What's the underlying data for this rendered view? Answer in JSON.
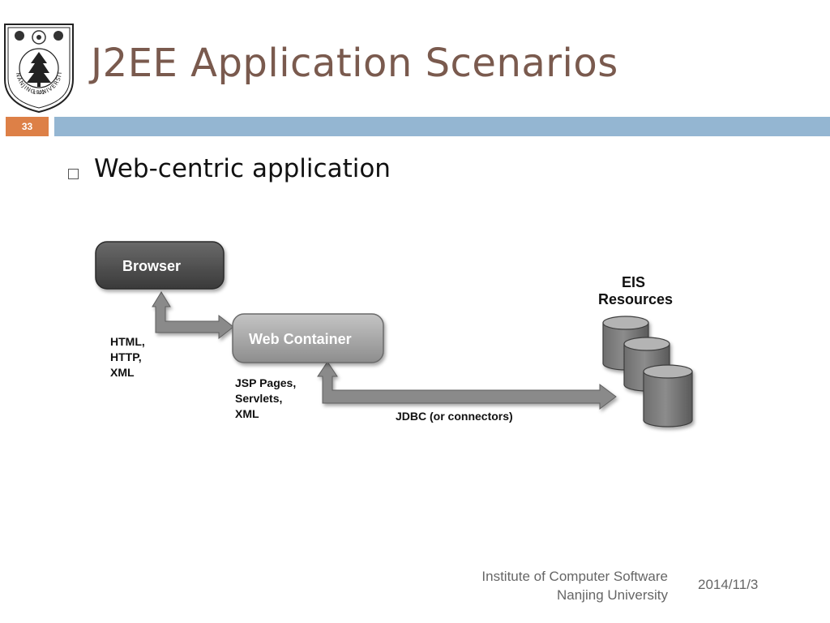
{
  "slide": {
    "title": "J2EE Application Scenarios",
    "number": "33",
    "bullet": "Web-centric application"
  },
  "logo": {
    "text": "NANJING UNIVERSITY",
    "year": "1902"
  },
  "diagram": {
    "browser_label": "Browser",
    "web_container_label": "Web Container",
    "eis_label_line1": "EIS",
    "eis_label_line2": "Resources",
    "protocols": [
      "HTML,",
      "HTTP,",
      "XML"
    ],
    "components": [
      "JSP Pages,",
      "Servlets,",
      "XML"
    ],
    "eis_link_label": "JDBC (or connectors)"
  },
  "footer": {
    "institute": "Institute of Computer Software",
    "university": "Nanjing University",
    "date": "2014/11/3"
  },
  "colors": {
    "title": "#7a5a4e",
    "accent_orange": "#dd8047",
    "accent_blue": "#94b6d2"
  }
}
